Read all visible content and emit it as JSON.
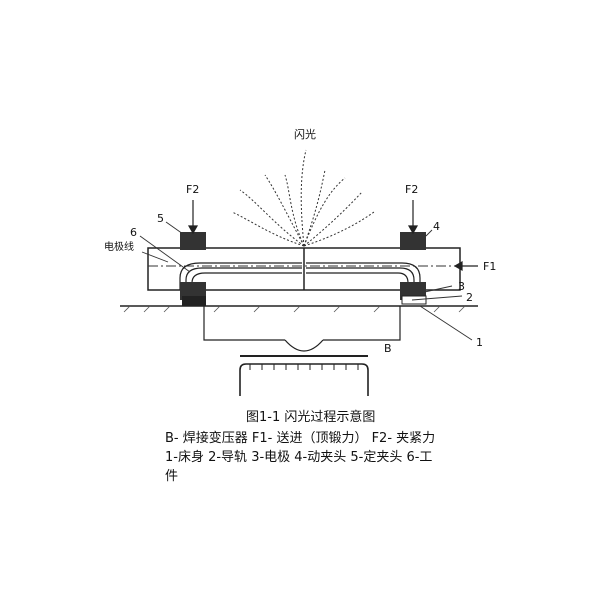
{
  "labels": {
    "flash": "闪光",
    "f2_left": "F2",
    "f2_right": "F2",
    "f1": "F1",
    "num_5": "5",
    "num_6": "6",
    "num_4": "4",
    "num_3": "3",
    "num_2": "2",
    "num_1": "1",
    "electrode": "电极线",
    "b": "B"
  },
  "caption": {
    "title": "图1-1   闪光过程示意图",
    "line1": "B- 焊接变压器       F1- 送进（顶锻力）   F2- 夹紧力",
    "line2": "1-床身  2-导轨    3-电极  4-动夹头   5-定夹头  6-工",
    "line3": "件"
  }
}
